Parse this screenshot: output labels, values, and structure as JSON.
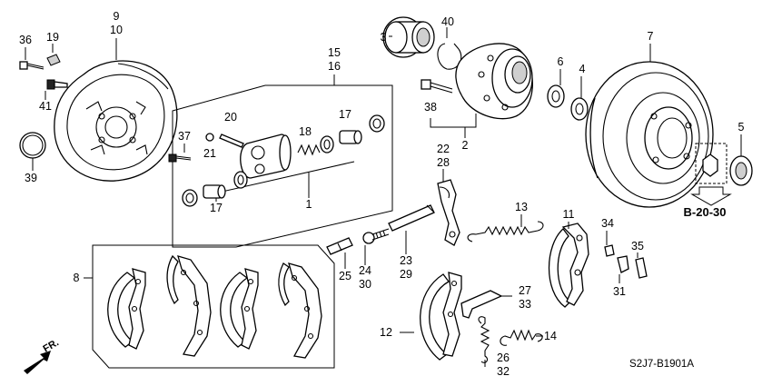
{
  "diagram": {
    "code": "S2J7-B1901A",
    "reference": "B-20-30",
    "direction": "FR.",
    "callouts": {
      "c1": "1",
      "c2": "2",
      "c3": "3",
      "c4": "4",
      "c5": "5",
      "c6": "6",
      "c7": "7",
      "c8": "8",
      "c9": "9",
      "c10": "10",
      "c11": "11",
      "c12": "12",
      "c13": "13",
      "c14": "14",
      "c15": "15",
      "c16": "16",
      "c17a": "17",
      "c17b": "17",
      "c18": "18",
      "c19": "19",
      "c20": "20",
      "c21": "21",
      "c22": "22",
      "c23": "23",
      "c24": "24",
      "c25": "25",
      "c26": "26",
      "c27": "27",
      "c28": "28",
      "c29": "29",
      "c30": "30",
      "c31": "31",
      "c32": "32",
      "c33": "33",
      "c34": "34",
      "c35": "35",
      "c36": "36",
      "c37": "37",
      "c38": "38",
      "c39": "39",
      "c40": "40",
      "c41": "41"
    }
  }
}
